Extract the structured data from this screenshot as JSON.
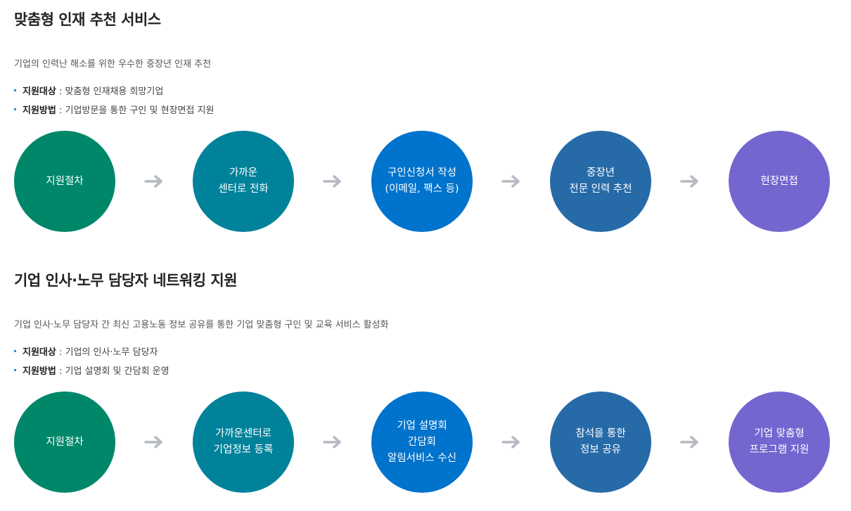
{
  "sections": [
    {
      "title": "맞춤형 인재 추천 서비스",
      "description": "기업의 인력난 해소를 위한 우수한 중장년 인재 추천",
      "target_label": "지원대상",
      "target_value": " : 맞춤형 인재채용 희망기업",
      "method_label": "지원방법",
      "method_value": " : 기업방문을 통한 구인 및 현장면접 지원",
      "steps": [
        {
          "lines": [
            "지원절차"
          ],
          "color": "#00876a"
        },
        {
          "lines": [
            "가까운",
            "센터로 전화"
          ],
          "color": "#00829a"
        },
        {
          "lines": [
            "구인신청서 작성",
            "(이메일, 팩스 등)"
          ],
          "color": "#0073cc"
        },
        {
          "lines": [
            "중장년",
            "전문 인력 추천"
          ],
          "color": "#276aa8"
        },
        {
          "lines": [
            "현장면접"
          ],
          "color": "#7466cf"
        }
      ]
    },
    {
      "title": "기업 인사·노무 담당자 네트워킹 지원",
      "description": "기업 인사·노무 담당자 간 최신 고용노동 정보 공유를 통한 기업 맞춤형 구인 및 교육 서비스 활성화",
      "target_label": "지원대상",
      "target_value": " : 기업의 인사·노무 담당자",
      "method_label": "지원방법",
      "method_value": " : 기업 설명회 및 간담회 운영",
      "steps": [
        {
          "lines": [
            "지원절차"
          ],
          "color": "#00876a"
        },
        {
          "lines": [
            "가까운센터로",
            "기업정보 등록"
          ],
          "color": "#00829a"
        },
        {
          "lines": [
            "기업 설명회",
            "간담회",
            "알림서비스 수신"
          ],
          "color": "#0073cc"
        },
        {
          "lines": [
            "참석을 통한",
            "정보 공유"
          ],
          "color": "#276aa8"
        },
        {
          "lines": [
            "기업 맞춤형",
            "프로그램 지원"
          ],
          "color": "#7466cf"
        }
      ]
    }
  ],
  "arrow_color": "#b5b9c2",
  "arrow_icon": "arrow-right-icon"
}
